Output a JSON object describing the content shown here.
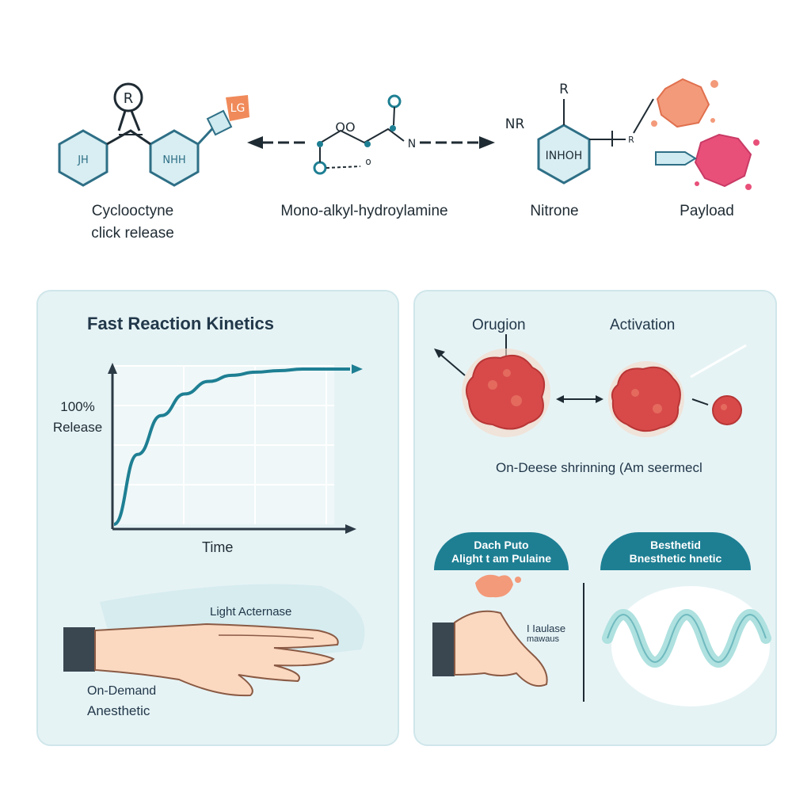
{
  "top": {
    "labels": {
      "cyclooctyne_line1": "Cyclooctyne",
      "cyclooctyne_line2": "click release",
      "hydroxylamine": "Mono-alkyl-hydroylamine",
      "nitrone": "Nitrone",
      "payload": "Payload"
    },
    "molecule_text": {
      "r_top": "R",
      "lg": "LG",
      "ring1": "JH",
      "ring2": "NHH",
      "oo": "OO",
      "n": "N",
      "nr": "NR",
      "r_nitrone": "R",
      "ring3": "INHOH",
      "r_arm": "R"
    }
  },
  "left_panel": {
    "title": "Fast Reaction Kinetics",
    "y_label_line1": "100%",
    "y_label_line2": "Release",
    "x_label": "Time",
    "light_label": "Light Acternase",
    "on_demand_line1": "On-Demand",
    "on_demand_line2": "Anesthetic"
  },
  "right_panel": {
    "orugion": "Orugion",
    "activation": "Activation",
    "shrinking": "On-Deese shrinning (Am seermecl",
    "banner_left_line1": "Dach Puto",
    "banner_left_line2": "Alight t am Pulaine",
    "banner_right_line1": "Besthetid",
    "banner_right_line2": "Bnesthetic  hnetic",
    "release_line1": "I Iaulase",
    "release_line2": "mawaus"
  },
  "chart_data": {
    "type": "line",
    "title": "Fast Reaction Kinetics",
    "xlabel": "Time",
    "ylabel": "100% Release",
    "series": [
      {
        "values": [
          0,
          0.45,
          0.7,
          0.84,
          0.92,
          0.96,
          0.98,
          0.99,
          1.0,
          1.0,
          1.0
        ]
      }
    ],
    "grid": true
  },
  "colors": {
    "teal": "#1e7f93",
    "ring": "#2e6f86",
    "tumor": "#d84a4a",
    "payload_orange": "#f08a6a",
    "payload_pink": "#e8507a",
    "panel_bg": "#e6f3f5"
  }
}
